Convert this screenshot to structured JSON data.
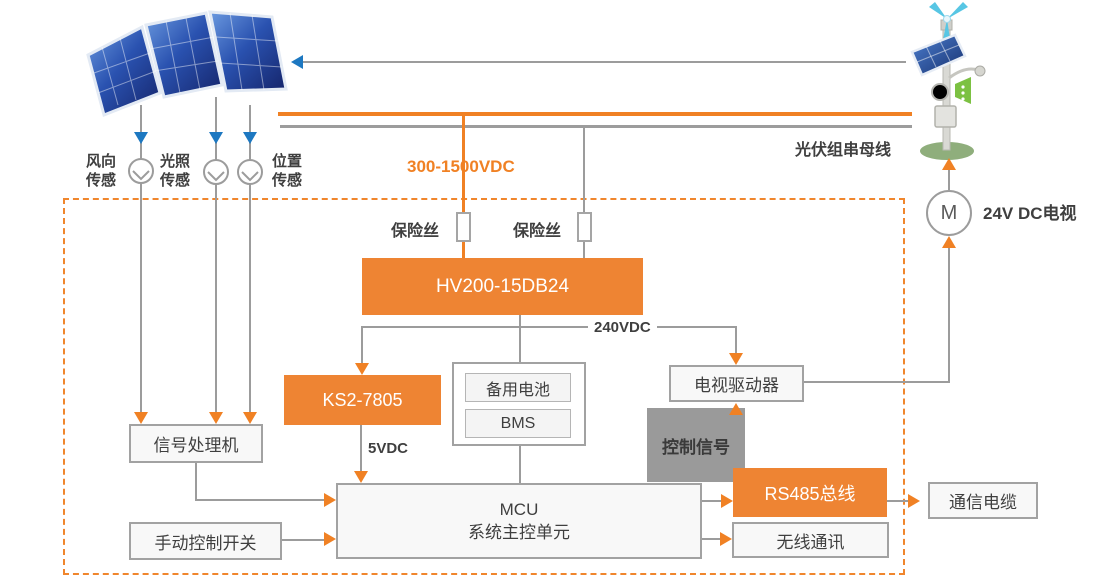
{
  "sensors": [
    {
      "line1": "风向",
      "line2": "传感"
    },
    {
      "line1": "光照",
      "line2": "传感"
    },
    {
      "line1": "位置",
      "line2": "传感"
    }
  ],
  "bus": {
    "range_label": "300-1500VDC",
    "pv_bus_label": "光伏组串母线"
  },
  "fuses": {
    "label": "保险丝"
  },
  "converters": {
    "hv": "HV200-15DB24",
    "ks": "KS2-7805"
  },
  "battery": {
    "backup": "备用电池",
    "bms": "BMS"
  },
  "voltages": {
    "v240": "240VDC",
    "v5": "5VDC"
  },
  "tv": {
    "driver": "电视驱动器",
    "motor": "M",
    "label_24v": "24V DC电视"
  },
  "control": {
    "signal": "控制信号"
  },
  "comm": {
    "rs485": "RS485总线",
    "cable": "通信电缆",
    "wireless": "无线通讯"
  },
  "mcu": {
    "line1": "MCU",
    "line2": "系统主控单元"
  },
  "left_units": {
    "signal_processor": "信号处理机",
    "manual_switch": "手动控制开关"
  },
  "colors": {
    "accent_orange": "#ee8433",
    "arrow_orange": "#f08124",
    "line_gray": "#9c9c9c",
    "arrow_blue": "#1d78c1"
  }
}
